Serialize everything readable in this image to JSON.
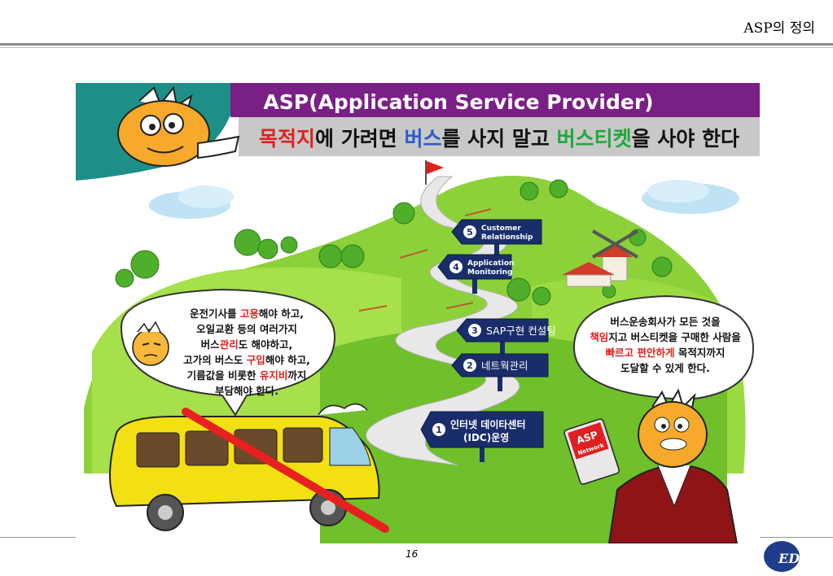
{
  "slide": {
    "title": "ASP의 정의",
    "page_number": "16"
  },
  "banner": {
    "title": "ASP(Application Service Provider)",
    "subtitle_parts": [
      {
        "text": "목적지",
        "color": "#e0201c"
      },
      {
        "text": "에 가려면 ",
        "color": "#111111"
      },
      {
        "text": "버스",
        "color": "#2b5cc8"
      },
      {
        "text": "를 사지 말고 ",
        "color": "#111111"
      },
      {
        "text": "버스티켓",
        "color": "#1fa83a"
      },
      {
        "text": "을 사야 한다",
        "color": "#111111"
      }
    ]
  },
  "signs": [
    {
      "num": "5",
      "line1": "Customer",
      "line2": "Relationship"
    },
    {
      "num": "4",
      "line1": "Application",
      "line2": "Monitoring"
    },
    {
      "num": "3",
      "line1": "SAP구현 컨설팅",
      "line2": ""
    },
    {
      "num": "2",
      "line1": "네트웍관리",
      "line2": ""
    },
    {
      "num": "1",
      "line1": "인터넷 데이타센터",
      "line2": "(IDC)운영"
    }
  ],
  "bubble_left": [
    [
      {
        "t": "운전기사를 ",
        "c": "#111111"
      },
      {
        "t": "고용",
        "c": "#e0201c"
      },
      {
        "t": "해야 하고,",
        "c": "#111111"
      }
    ],
    [
      {
        "t": "오일교환 등의 여러가지",
        "c": "#111111"
      }
    ],
    [
      {
        "t": "버스",
        "c": "#111111"
      },
      {
        "t": "관리",
        "c": "#e0201c"
      },
      {
        "t": "도 해야하고,",
        "c": "#111111"
      }
    ],
    [
      {
        "t": "고가의 버스도 ",
        "c": "#111111"
      },
      {
        "t": "구입",
        "c": "#e0201c"
      },
      {
        "t": "해야 하고,",
        "c": "#111111"
      }
    ],
    [
      {
        "t": "기름값을 비롯한 ",
        "c": "#111111"
      },
      {
        "t": "유지비",
        "c": "#e0201c"
      },
      {
        "t": "까지",
        "c": "#111111"
      }
    ],
    [
      {
        "t": "부담해야 한다.",
        "c": "#111111"
      }
    ]
  ],
  "bubble_right": [
    [
      {
        "t": "버스운송회사가 모든 것을",
        "c": "#111111"
      }
    ],
    [
      {
        "t": "책임",
        "c": "#e0201c"
      },
      {
        "t": "지고 버스티켓을 구매한 사람을",
        "c": "#111111"
      }
    ],
    [
      {
        "t": "빠르고 편안하게",
        "c": "#e0201c"
      },
      {
        "t": " 목적지까지",
        "c": "#111111"
      }
    ],
    [
      {
        "t": "도달할 수 있게 한다.",
        "c": "#111111"
      }
    ]
  ],
  "ticket": {
    "line1": "ASP",
    "line2": "Network"
  },
  "logo": {
    "text": "EDS"
  },
  "colors": {
    "banner_bg": "#7a1f86",
    "subtitle_bg": "#c8c8c8",
    "sign_bg": "#1a2d6b",
    "hill": "#8cd13a",
    "bus": "#f2e012"
  }
}
